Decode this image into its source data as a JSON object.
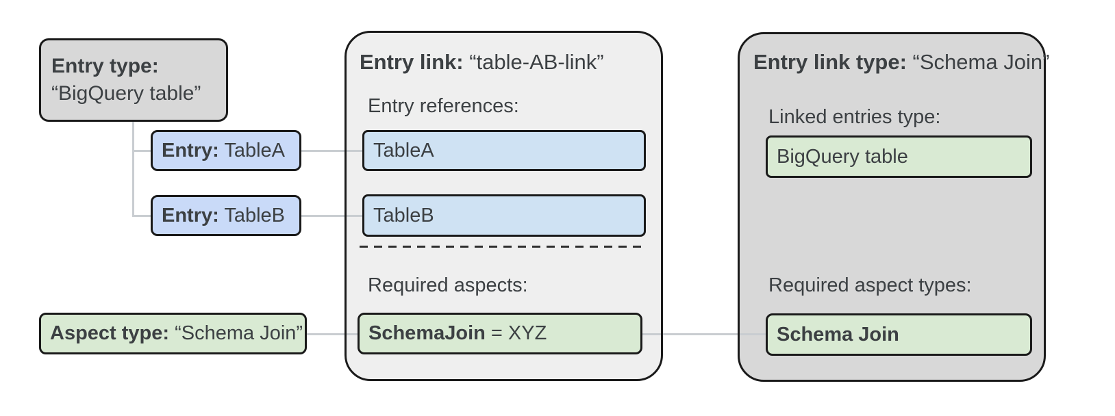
{
  "colors": {
    "background": "#ffffff",
    "panel_gray": "#d8d8d8",
    "panel_light_gray": "#efefef",
    "entry_blue": "#c9daf8",
    "reference_blue": "#cfe2f3",
    "aspect_green": "#d9ead3",
    "border": "#1a1a1a",
    "connector": "#c9cdd1",
    "text": "#3c4043"
  },
  "entry_type_box": {
    "title": "Entry type:",
    "value": "“BigQuery table”"
  },
  "entries": [
    {
      "prefix": "Entry:",
      "name": " TableA"
    },
    {
      "prefix": "Entry:",
      "name": " TableB"
    }
  ],
  "aspect_type_box": {
    "prefix": "Aspect type:",
    "value": " “Schema Join”"
  },
  "entry_link_panel": {
    "title_prefix": "Entry link:",
    "title_value": " “table-AB-link”",
    "references_label": "Entry references:",
    "references": [
      "TableA",
      "TableB"
    ],
    "required_aspects_label": "Required aspects:",
    "aspect_name": "SchemaJoin",
    "aspect_value": " = XYZ"
  },
  "entry_link_type_panel": {
    "title_prefix": "Entry link type:",
    "title_value": " “Schema Join”",
    "linked_entries_label": "Linked entries type:",
    "linked_entries_value": "BigQuery table",
    "required_aspect_types_label": "Required aspect types:",
    "required_aspect_value": "Schema Join"
  }
}
